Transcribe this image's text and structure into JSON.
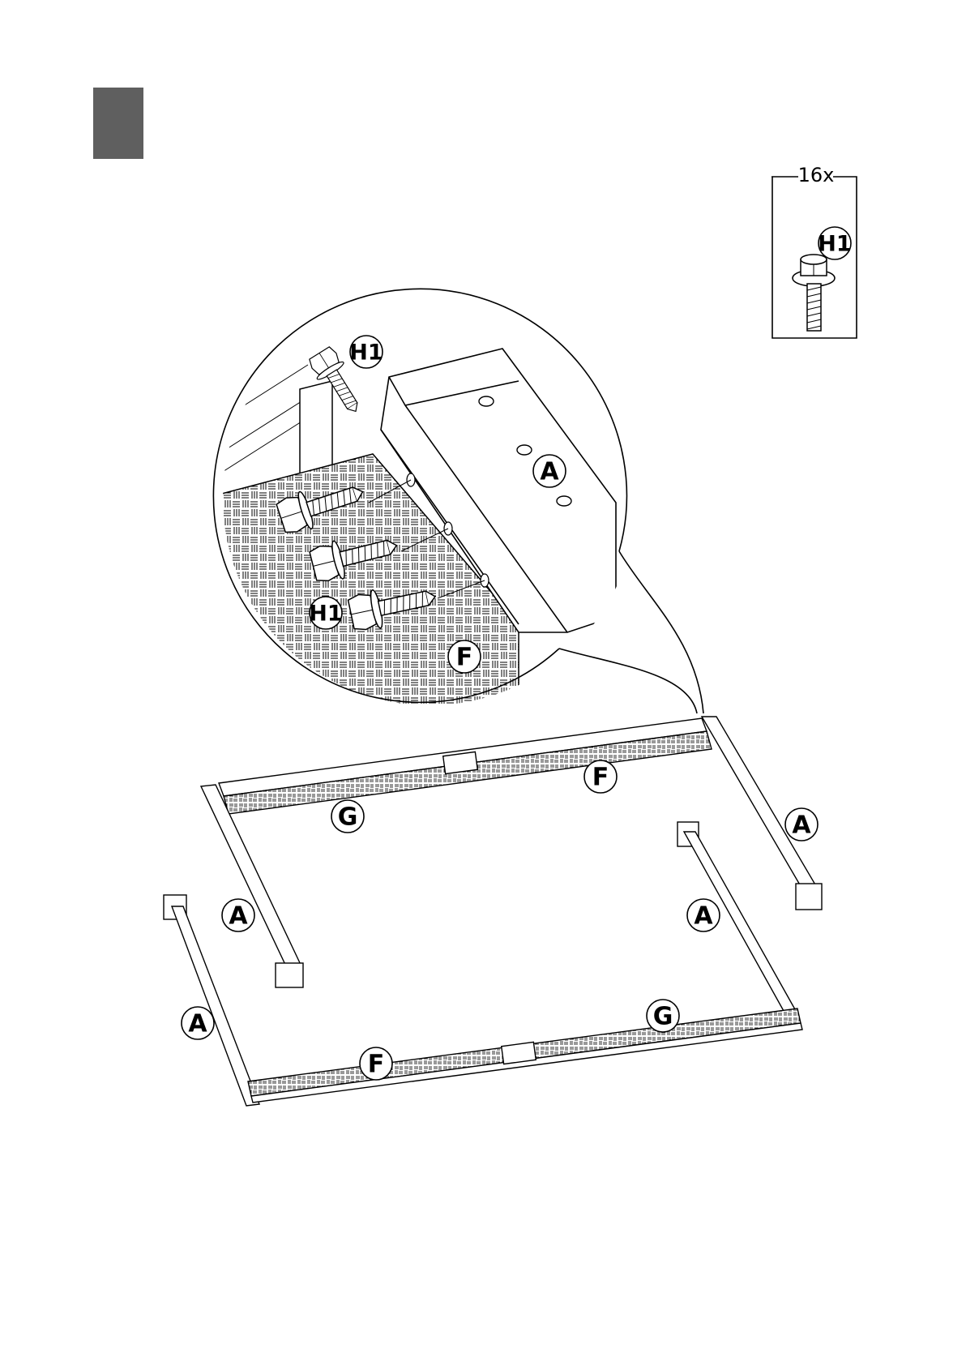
{
  "step": {
    "marker_color": "#5f5f5f"
  },
  "hardware": {
    "quantity": "16x",
    "part": "H1"
  },
  "detail": {
    "labels": {
      "bolt_top": "H1",
      "leg": "A",
      "bolts_side": "H1",
      "rail": "F"
    }
  },
  "assembly": {
    "labels": {
      "rail_back": "F",
      "rail_back_front": "G",
      "leg_back_right": "A",
      "leg_back_left": "A",
      "leg_front_right": "A",
      "leg_front_left": "A",
      "rail_front_right": "G",
      "rail_front_left": "F"
    }
  },
  "icons": [
    "hex-bolt-icon",
    "weave-pattern"
  ]
}
